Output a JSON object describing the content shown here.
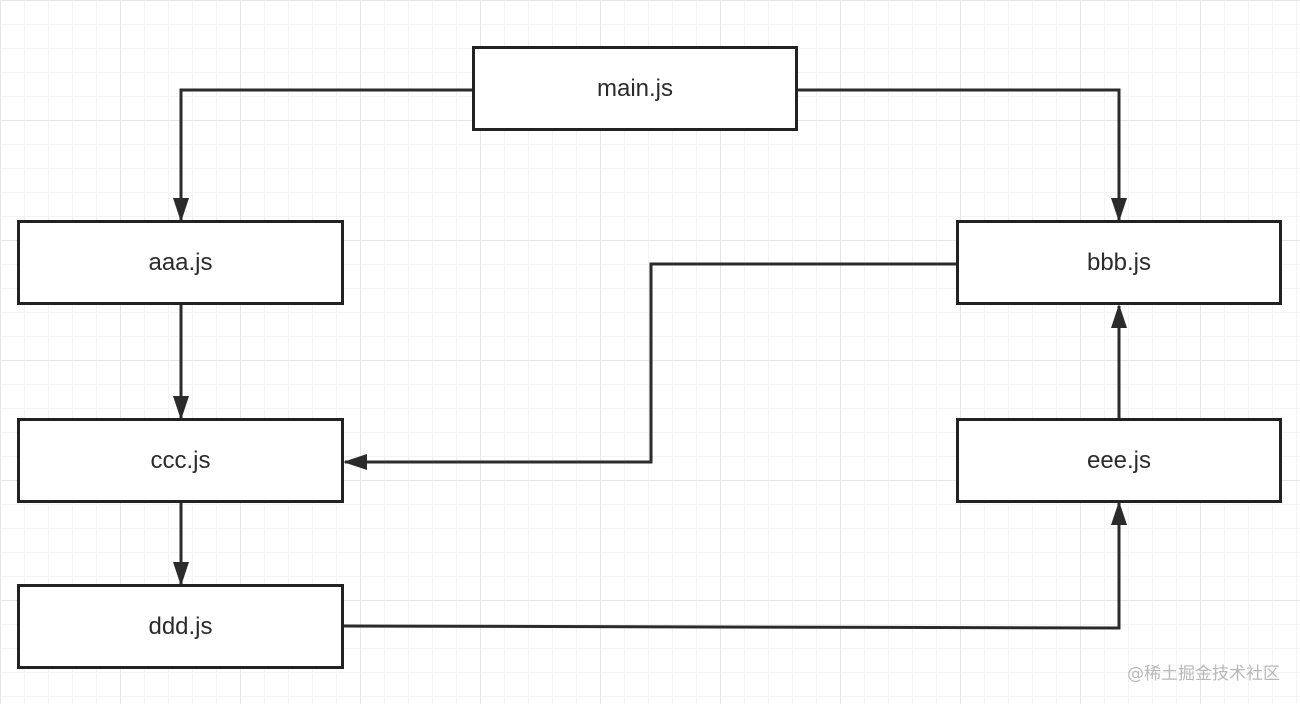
{
  "nodes": {
    "main": "main.js",
    "aaa": "aaa.js",
    "bbb": "bbb.js",
    "ccc": "ccc.js",
    "ddd": "ddd.js",
    "eee": "eee.js"
  },
  "edges": [
    {
      "from": "main.js",
      "to": "aaa.js"
    },
    {
      "from": "main.js",
      "to": "bbb.js"
    },
    {
      "from": "aaa.js",
      "to": "ccc.js"
    },
    {
      "from": "bbb.js",
      "to": "ccc.js"
    },
    {
      "from": "ccc.js",
      "to": "ddd.js"
    },
    {
      "from": "ddd.js",
      "to": "eee.js"
    },
    {
      "from": "eee.js",
      "to": "bbb.js"
    }
  ],
  "watermark": "@稀土掘金技术社区",
  "colors": {
    "line": "#2b2b2b",
    "node_border": "#222222",
    "node_fill": "#ffffff",
    "grid": "#e6e6e6"
  }
}
